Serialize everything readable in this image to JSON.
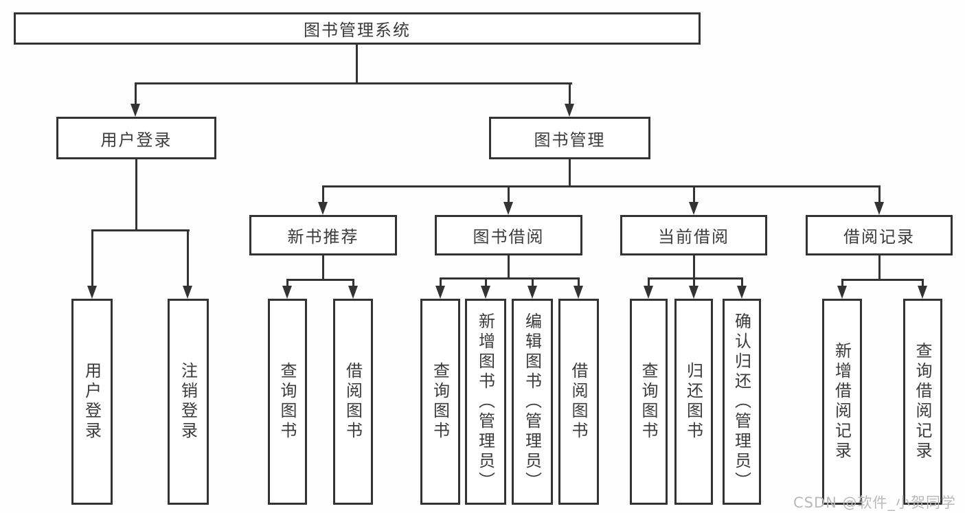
{
  "colors": {
    "line": "#333333",
    "box_border": "#333333",
    "text": "#3b3b3b",
    "watermark": "#b9b9b9",
    "background": "#ffffff"
  },
  "tree": {
    "root": {
      "label": "图书管理系统",
      "children": [
        {
          "label": "用户登录",
          "children": [
            {
              "label": "用户登录"
            },
            {
              "label": "注销登录"
            }
          ]
        },
        {
          "label": "图书管理",
          "children": [
            {
              "label": "新书推荐",
              "children": [
                {
                  "label": "查询图书"
                },
                {
                  "label": "借阅图书"
                }
              ]
            },
            {
              "label": "图书借阅",
              "children": [
                {
                  "label": "查询图书"
                },
                {
                  "label": "新增图书（管理员）"
                },
                {
                  "label": "编辑图书（管理员）"
                },
                {
                  "label": "借阅图书"
                }
              ]
            },
            {
              "label": "当前借阅",
              "children": [
                {
                  "label": "查询图书"
                },
                {
                  "label": "归还图书"
                },
                {
                  "label": "确认归还（管理员）"
                }
              ]
            },
            {
              "label": "借阅记录",
              "children": [
                {
                  "label": "新增借阅记录"
                },
                {
                  "label": "查询借阅记录"
                }
              ]
            }
          ]
        }
      ]
    }
  },
  "watermark": {
    "text": "CSDN @软件_小贺同学"
  }
}
